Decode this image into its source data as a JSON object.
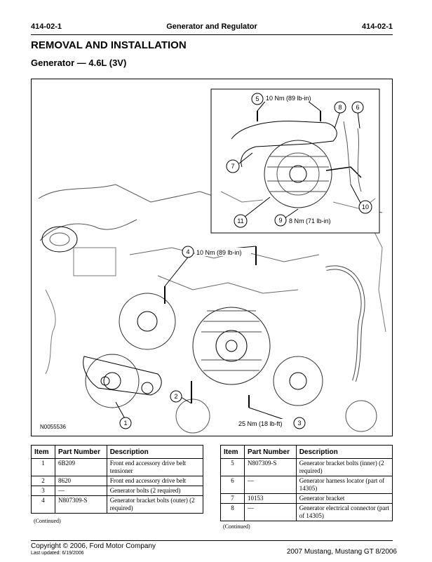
{
  "header": {
    "left": "414-02-1",
    "center": "Generator and Regulator",
    "right": "414-02-1"
  },
  "title": "REMOVAL AND INSTALLATION",
  "subtitle": "Generator — 4.6L (3V)",
  "figure": {
    "id": "N0055536",
    "callouts": {
      "c1": "1",
      "c2": "2",
      "c3": "3",
      "c4": "4",
      "c5": "5",
      "c6": "6",
      "c7": "7",
      "c8": "8",
      "c9": "9",
      "c10": "10",
      "c11": "11"
    },
    "torques": {
      "t5": "10 Nm (89 lb-in)",
      "t4": "10 Nm (89 lb-in)",
      "t9": "8 Nm (71 lb-in)",
      "t3": "25 Nm (18 lb-ft)"
    }
  },
  "table_left": {
    "headers": {
      "item": "Item",
      "part": "Part Number",
      "desc": "Description"
    },
    "rows": [
      {
        "item": "1",
        "part": "6B209",
        "desc": "Front end accessory drive belt tensioner"
      },
      {
        "item": "2",
        "part": "8620",
        "desc": "Front end accessory drive belt"
      },
      {
        "item": "3",
        "part": "—",
        "desc": "Generator bolts (2 required)"
      },
      {
        "item": "4",
        "part": "N807309-S",
        "desc": "Generator bracket bolts (outer) (2 required)"
      }
    ],
    "continued": "(Continued)"
  },
  "table_right": {
    "headers": {
      "item": "Item",
      "part": "Part Number",
      "desc": "Description"
    },
    "rows": [
      {
        "item": "5",
        "part": "N807309-S",
        "desc": "Generator bracket bolts (inner) (2 required)"
      },
      {
        "item": "6",
        "part": "—",
        "desc": "Generator harness locator (part of 14305)"
      },
      {
        "item": "7",
        "part": "10153",
        "desc": "Generator bracket"
      },
      {
        "item": "8",
        "part": "—",
        "desc": "Generator electrical connector (part of 14305)"
      }
    ],
    "continued": "(Continued)"
  },
  "footer": {
    "copyright": "Copyright © 2006, Ford Motor Company",
    "updated": "Last updated: 6/19/2006",
    "model": "2007 Mustang, Mustang GT 8/2006"
  }
}
